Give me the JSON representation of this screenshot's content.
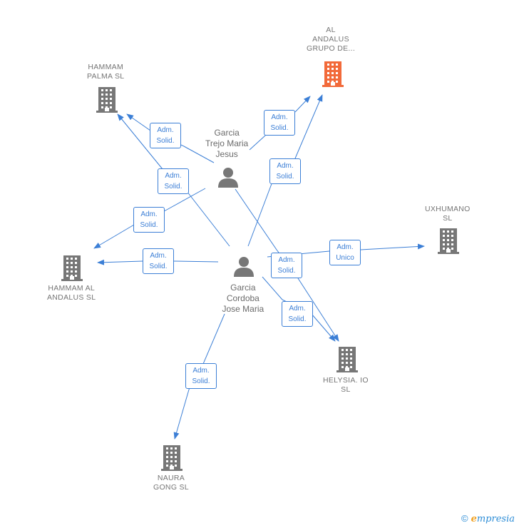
{
  "nodes": {
    "al_andalus_grupo": {
      "label": "AL\nANDALUS\nGRUPO DE...",
      "color": "#f26a3a",
      "kind": "company"
    },
    "hammam_palma": {
      "label": "HAMMAM\nPALMA  SL",
      "color": "#777777",
      "kind": "company"
    },
    "uxhumano": {
      "label": "UXHUMANO\nSL",
      "color": "#777777",
      "kind": "company"
    },
    "hammam_al_andalus": {
      "label": "HAMMAM AL\nANDALUS  SL",
      "color": "#777777",
      "kind": "company"
    },
    "helysia": {
      "label": "HELYSIA. IO\nSL",
      "color": "#777777",
      "kind": "company"
    },
    "naura_gong": {
      "label": "NAURA\nGONG  SL",
      "color": "#777777",
      "kind": "company"
    },
    "garcia_trejo": {
      "label": "Garcia\nTrejo Maria\nJesus",
      "color": "#777777",
      "kind": "person"
    },
    "garcia_cordoba": {
      "label": "Garcia\nCordoba\nJose Maria",
      "color": "#777777",
      "kind": "person"
    }
  },
  "edges": [
    {
      "id": "e1",
      "from": "garcia_trejo",
      "to": "al_andalus_grupo",
      "label": "Adm.\nSolid."
    },
    {
      "id": "e2",
      "from": "garcia_trejo",
      "to": "hammam_palma",
      "label": "Adm.\nSolid."
    },
    {
      "id": "e3",
      "from": "garcia_trejo",
      "to": "hammam_al_andalus",
      "label": "Adm.\nSolid."
    },
    {
      "id": "e4",
      "from": "garcia_trejo",
      "to": "helysia",
      "label": "Adm.\nSolid."
    },
    {
      "id": "e5",
      "from": "garcia_cordoba",
      "to": "al_andalus_grupo",
      "label": "Adm.\nSolid."
    },
    {
      "id": "e6",
      "from": "garcia_cordoba",
      "to": "hammam_palma",
      "label": "Adm.\nSolid."
    },
    {
      "id": "e7",
      "from": "garcia_cordoba",
      "to": "hammam_al_andalus",
      "label": "Adm.\nSolid."
    },
    {
      "id": "e8",
      "from": "garcia_cordoba",
      "to": "uxhumano",
      "label": "Adm.\nUnico"
    },
    {
      "id": "e9",
      "from": "garcia_cordoba",
      "to": "helysia",
      "label": "Adm.\nSolid."
    },
    {
      "id": "e10",
      "from": "garcia_cordoba",
      "to": "naura_gong",
      "label": "Adm.\nSolid."
    }
  ],
  "brand": {
    "copyright": "©",
    "name": "mpresia",
    "initial": "e"
  }
}
